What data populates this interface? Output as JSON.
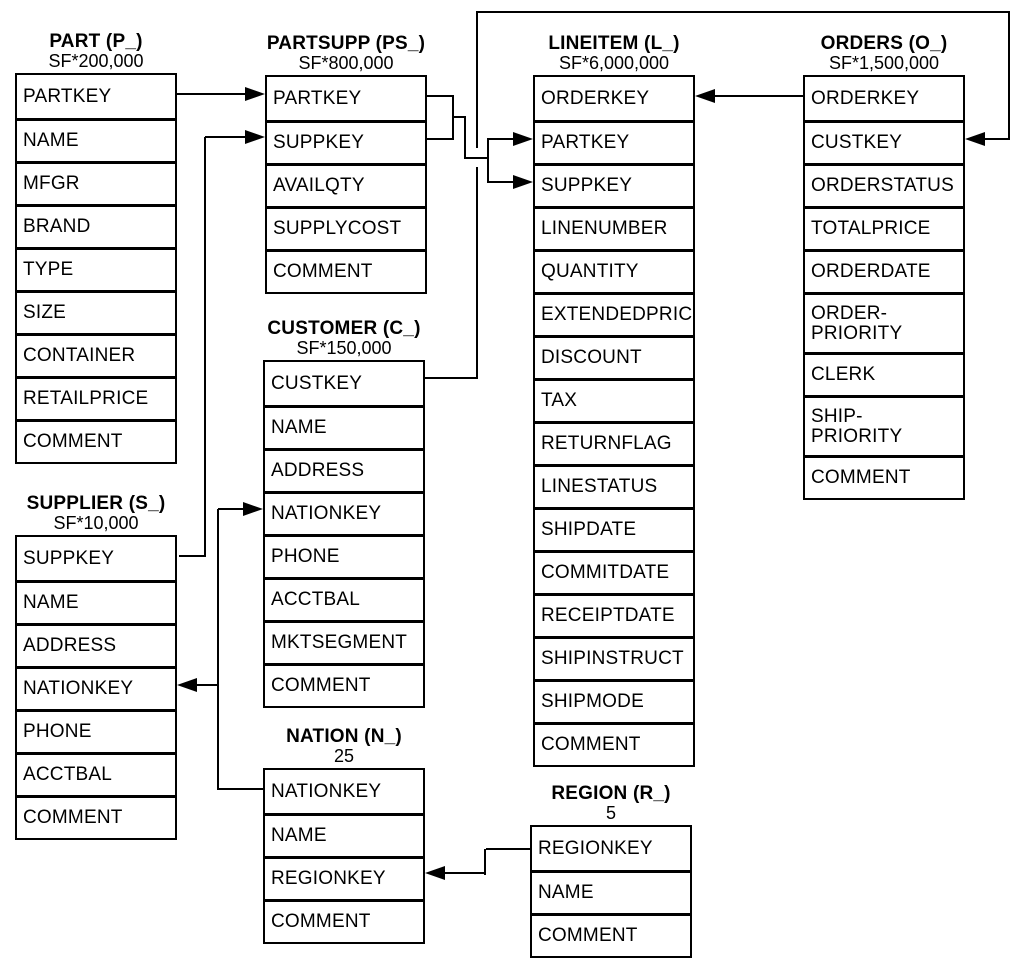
{
  "colors": {
    "line": "#000000",
    "text": "#000000",
    "background": "#ffffff"
  },
  "tables": [
    {
      "id": "part",
      "title": "PART (P_)",
      "cardinality": "SF*200,000",
      "columns": [
        "PARTKEY",
        "NAME",
        "MFGR",
        "BRAND",
        "TYPE",
        "SIZE",
        "CONTAINER",
        "RETAILPRICE",
        "COMMENT"
      ]
    },
    {
      "id": "partsupp",
      "title": "PARTSUPP (PS_)",
      "cardinality": "SF*800,000",
      "columns": [
        "PARTKEY",
        "SUPPKEY",
        "AVAILQTY",
        "SUPPLYCOST",
        "COMMENT"
      ]
    },
    {
      "id": "lineitem",
      "title": "LINEITEM (L_)",
      "cardinality": "SF*6,000,000",
      "columns": [
        "ORDERKEY",
        "PARTKEY",
        "SUPPKEY",
        "LINENUMBER",
        "QUANTITY",
        "EXTENDEDPRICE",
        "DISCOUNT",
        "TAX",
        "RETURNFLAG",
        "LINESTATUS",
        "SHIPDATE",
        "COMMITDATE",
        "RECEIPTDATE",
        "SHIPINSTRUCT",
        "SHIPMODE",
        "COMMENT"
      ]
    },
    {
      "id": "orders",
      "title": "ORDERS (O_)",
      "cardinality": "SF*1,500,000",
      "columns": [
        "ORDERKEY",
        "CUSTKEY",
        "ORDERSTATUS",
        "TOTALPRICE",
        "ORDERDATE",
        "ORDER-\nPRIORITY",
        "CLERK",
        "SHIP-\nPRIORITY",
        "COMMENT"
      ]
    },
    {
      "id": "customer",
      "title": "CUSTOMER (C_)",
      "cardinality": "SF*150,000",
      "columns": [
        "CUSTKEY",
        "NAME",
        "ADDRESS",
        "NATIONKEY",
        "PHONE",
        "ACCTBAL",
        "MKTSEGMENT",
        "COMMENT"
      ]
    },
    {
      "id": "supplier",
      "title": "SUPPLIER (S_)",
      "cardinality": "SF*10,000",
      "columns": [
        "SUPPKEY",
        "NAME",
        "ADDRESS",
        "NATIONKEY",
        "PHONE",
        "ACCTBAL",
        "COMMENT"
      ]
    },
    {
      "id": "nation",
      "title": "NATION (N_)",
      "cardinality": "25",
      "columns": [
        "NATIONKEY",
        "NAME",
        "REGIONKEY",
        "COMMENT"
      ]
    },
    {
      "id": "region",
      "title": "REGION (R_)",
      "cardinality": "5",
      "columns": [
        "REGIONKEY",
        "NAME",
        "COMMENT"
      ]
    }
  ],
  "relationships": [
    {
      "id": "part-partsupp",
      "from": "PART.PARTKEY",
      "to": "PARTSUPP.PARTKEY"
    },
    {
      "id": "supplier-partsupp",
      "from": "SUPPLIER.SUPPKEY",
      "to": "PARTSUPP.SUPPKEY"
    },
    {
      "id": "partsupp-lineitem-part",
      "from": "PARTSUPP.PARTKEY",
      "to": "LINEITEM.PARTKEY"
    },
    {
      "id": "partsupp-lineitem-supp",
      "from": "PARTSUPP.SUPPKEY",
      "to": "LINEITEM.SUPPKEY"
    },
    {
      "id": "orders-lineitem",
      "from": "ORDERS.ORDERKEY",
      "to": "LINEITEM.ORDERKEY"
    },
    {
      "id": "customer-orders",
      "from": "CUSTOMER.CUSTKEY",
      "to": "ORDERS.CUSTKEY"
    },
    {
      "id": "nation-customer",
      "from": "NATION.NATIONKEY",
      "to": "CUSTOMER.NATIONKEY"
    },
    {
      "id": "nation-supplier",
      "from": "NATION.NATIONKEY",
      "to": "SUPPLIER.NATIONKEY"
    },
    {
      "id": "region-nation",
      "from": "REGION.REGIONKEY",
      "to": "NATION.REGIONKEY"
    }
  ]
}
